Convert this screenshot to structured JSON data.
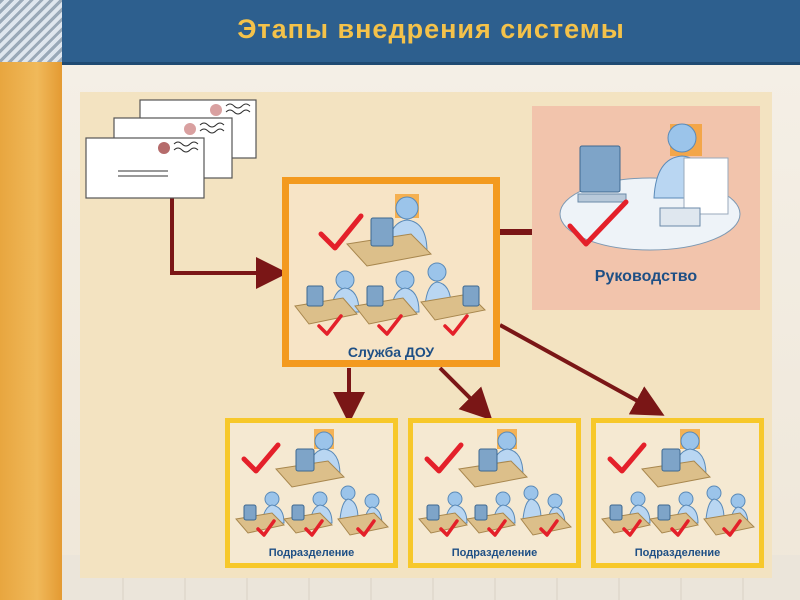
{
  "title": "Этапы внедрения системы",
  "nodes": {
    "management": {
      "label": "Руководство"
    },
    "dou_service": {
      "label": "Служба ДОУ"
    },
    "divisions": [
      {
        "label": "Подразделение"
      },
      {
        "label": "Подразделение"
      },
      {
        "label": "Подразделение"
      }
    ]
  },
  "colors": {
    "header_bg": "#2d5f8e",
    "title_text": "#f4c24a",
    "orange_border": "#f39a1f",
    "yellow_border": "#f7c82a",
    "management_bg": "#f2c4ac",
    "arrow": "#7a1616",
    "check": "#e4202a",
    "label_text": "#1e4f85"
  },
  "icons": [
    "envelope-icon",
    "person-at-desk-icon",
    "checkmark-icon",
    "arrow-icon"
  ]
}
